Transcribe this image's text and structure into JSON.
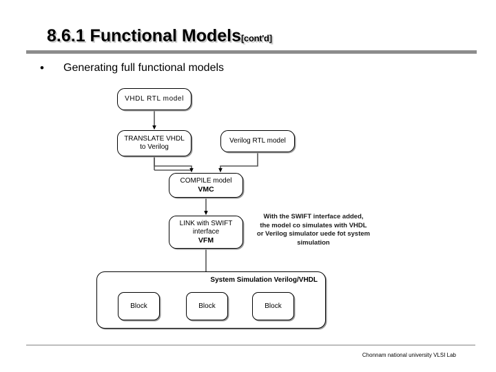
{
  "slide": {
    "title_main": "8.6.1 Functional Models",
    "title_suffix": "[cont'd]",
    "bullet_marker": "•",
    "bullet_text": "Generating full functional models",
    "footer": "Chonnam national university VLSI Lab",
    "rule_color": "#8c8c8c",
    "footer_rule_color": "#bdbdbd"
  },
  "diagram": {
    "nodes": {
      "vhdl_rtl": {
        "lines": [
          "VHDL  RTL  model"
        ]
      },
      "translate": {
        "lines": [
          "TRANSLATE VHDL",
          "to Verilog"
        ]
      },
      "verilog_rtl": {
        "lines": [
          "Verilog RTL model"
        ]
      },
      "compile": {
        "lines": [
          "COMPILE model"
        ],
        "bold_line": "VMC"
      },
      "link_swift": {
        "lines": [
          "LINK with SWIFT",
          "interface"
        ],
        "bold_line": "VFM"
      }
    },
    "annotation": {
      "line1": "With the SWIFT interface added,",
      "line2": "the model co simulates with VHDL",
      "line3": "or Verilog simulator uede fot system",
      "line4": "simulation"
    },
    "system": {
      "label": "System Simulation Verilog/VHDL",
      "blocks": [
        "Block",
        "Block",
        "Block"
      ]
    }
  }
}
